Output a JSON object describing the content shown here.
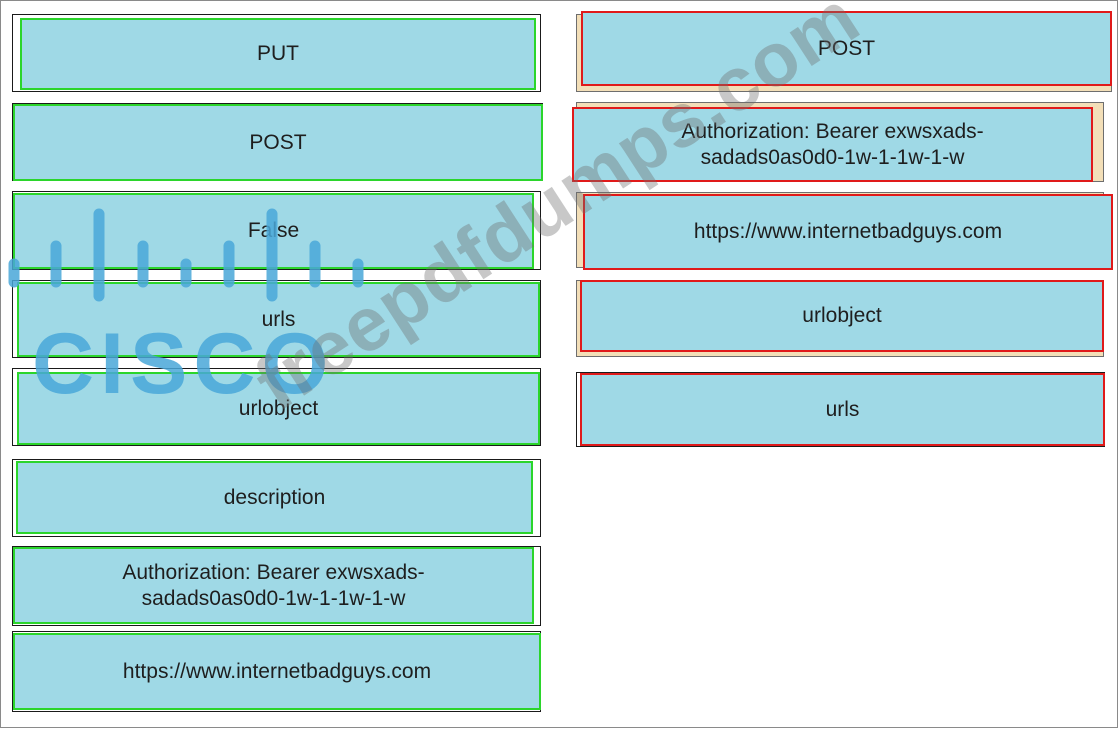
{
  "left_column": {
    "items": [
      {
        "label": "PUT"
      },
      {
        "label": "POST"
      },
      {
        "label": "False"
      },
      {
        "label": "urls"
      },
      {
        "label": "urlobject"
      },
      {
        "label": "description"
      },
      {
        "label": "Authorization: Bearer exwsxads-\nsadads0as0d0-1w-1-1w-1-w"
      },
      {
        "label": "https://www.internetbadguys.com"
      }
    ]
  },
  "right_column": {
    "items": [
      {
        "label": "POST"
      },
      {
        "label": "Authorization: Bearer exwsxads-\nsadads0as0d0-1w-1-1w-1-w"
      },
      {
        "label": "https://www.internetbadguys.com"
      },
      {
        "label": "urlobject"
      },
      {
        "label": "urls"
      }
    ]
  },
  "watermark": {
    "logo_text": "CISCO",
    "site_text": "freepdfdumps.com"
  },
  "colors": {
    "tile_fill": "#9fd9e6",
    "left_border": "#2bd52b",
    "right_border": "#e01a1a",
    "logo": "#49a7d8"
  }
}
